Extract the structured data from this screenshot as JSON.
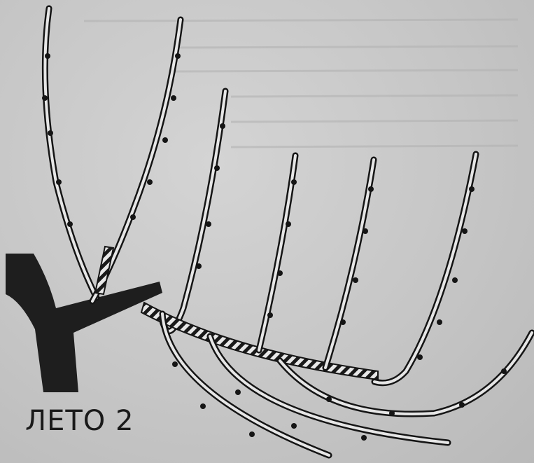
{
  "caption": "ЛЕТО 2",
  "colors": {
    "ink": "#151515",
    "paper": "#c9c9c9",
    "cane_fill": "#e6e6e6",
    "trunk": "#1e1e1e"
  },
  "icons": [
    "trunk",
    "cane",
    "bud",
    "tie-stake"
  ]
}
